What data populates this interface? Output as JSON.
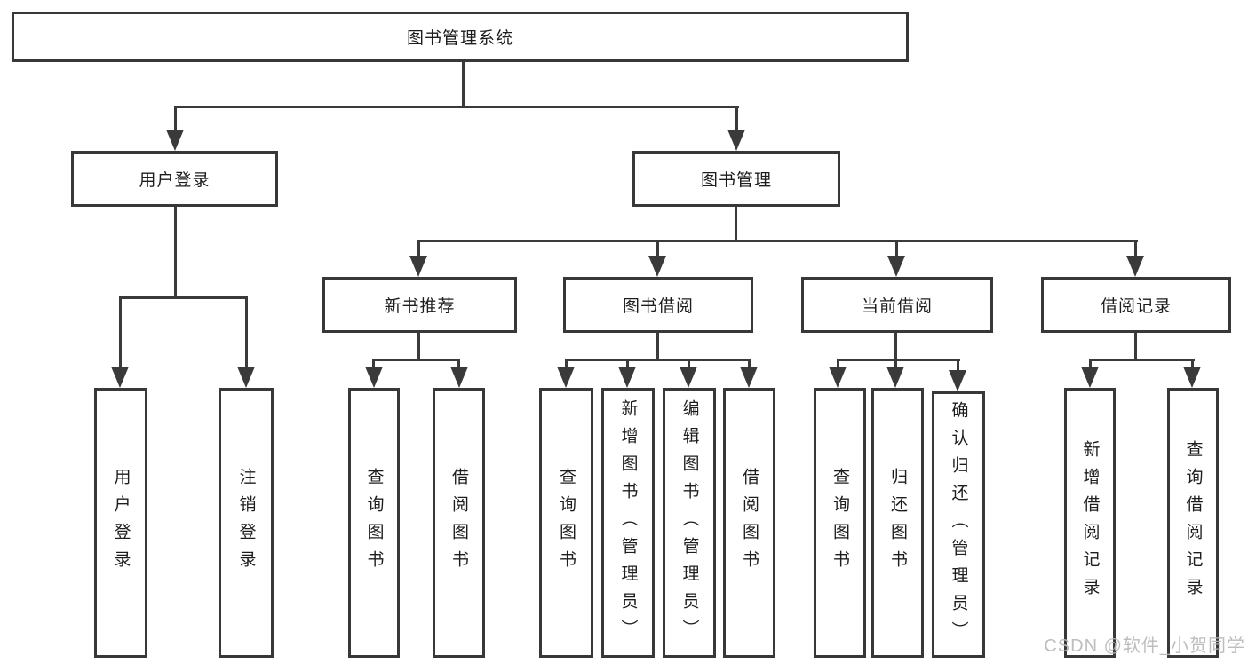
{
  "diagram": {
    "root": {
      "label": "图书管理系统"
    },
    "branches": [
      {
        "label": "用户登录",
        "children": [
          {
            "label": "用户登录"
          },
          {
            "label": "注销登录"
          }
        ]
      },
      {
        "label": "图书管理",
        "children": [
          {
            "label": "新书推荐",
            "children": [
              {
                "label": "查询图书"
              },
              {
                "label": "借阅图书"
              }
            ]
          },
          {
            "label": "图书借阅",
            "children": [
              {
                "label": "查询图书"
              },
              {
                "label": "新增图书（管理员）"
              },
              {
                "label": "编辑图书（管理员）"
              },
              {
                "label": "借阅图书"
              }
            ]
          },
          {
            "label": "当前借阅",
            "children": [
              {
                "label": "查询图书"
              },
              {
                "label": "归还图书"
              },
              {
                "label": "确认归还（管理员）"
              }
            ]
          },
          {
            "label": "借阅记录",
            "children": [
              {
                "label": "新增借阅记录"
              },
              {
                "label": "查询借阅记录"
              }
            ]
          }
        ]
      }
    ]
  },
  "watermark": {
    "text": "CSDN @软件_小贺同学"
  },
  "colors": {
    "line": "#3a3a3a",
    "text": "#1d1d1d",
    "watermark": "#b7b7b7",
    "background": "#ffffff"
  }
}
